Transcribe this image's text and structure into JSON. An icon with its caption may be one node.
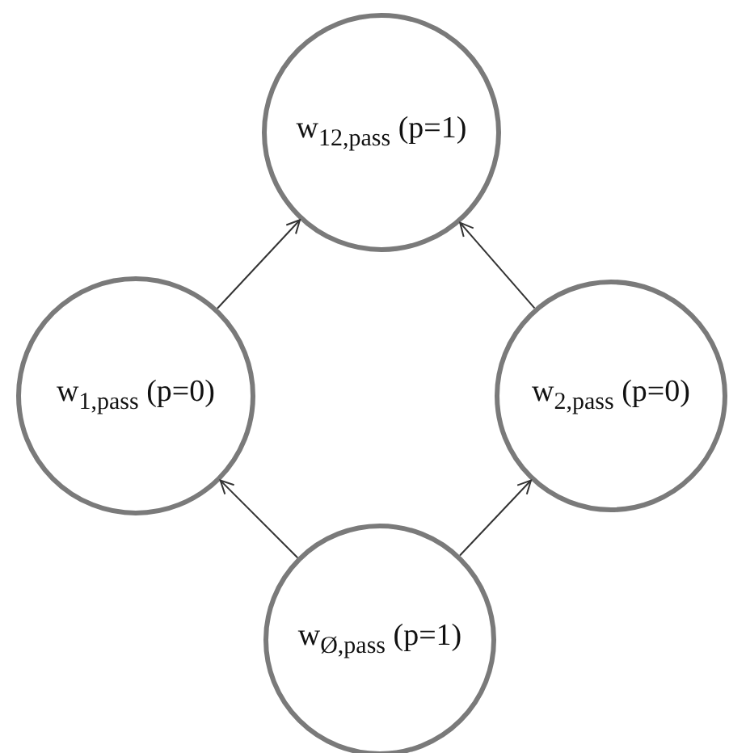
{
  "diagram": {
    "nodes": [
      {
        "text": [
          "w$_{12,pass}$ (p=1)"
        ]
      },
      {
        "text": [
          "w$_{1,pass}$ (p=0)"
        ]
      },
      {
        "text": [
          "w$_{2,pass}$ (p=0)"
        ]
      },
      {
        "text": [
          "w$_{Ø,pass}$ (p=1)"
        ]
      }
    ],
    "edges": [
      {
        "from": 3,
        "to": 1,
        "arrow": "to"
      },
      {
        "from": 3,
        "to": 2,
        "arrow": "to"
      },
      {
        "from": 1,
        "to": 0,
        "arrow": "to"
      },
      {
        "from": 2,
        "to": 0,
        "arrow": "to"
      }
    ]
  }
}
